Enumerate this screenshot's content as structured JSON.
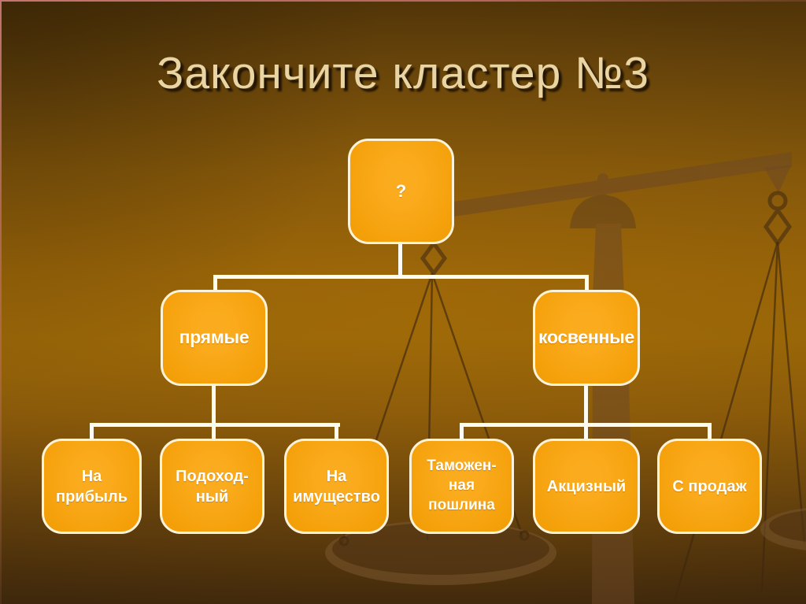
{
  "title": "Закончите кластер №3",
  "cluster": {
    "root": {
      "label": "?"
    },
    "branches": [
      {
        "label": "прямые",
        "children": [
          "На\nприбыль",
          "Подоход-\nный",
          "На\nимущество"
        ]
      },
      {
        "label": "косвенные",
        "children": [
          "Таможен-\nная\nпошлина",
          "Акцизный",
          "С продаж"
        ]
      }
    ]
  },
  "icons": {
    "background": "balance-scales-icon"
  },
  "colors": {
    "background_light": "#946307",
    "background_dark": "#3e270c",
    "box_fill": "#f6a110",
    "box_border": "#fdf3da",
    "box_text": "#ffffff",
    "title_text": "#e9d5a3",
    "connector": "#fdfbf2",
    "edge_highlight": "#c57470",
    "scales_silhouette": "#6b4726"
  }
}
